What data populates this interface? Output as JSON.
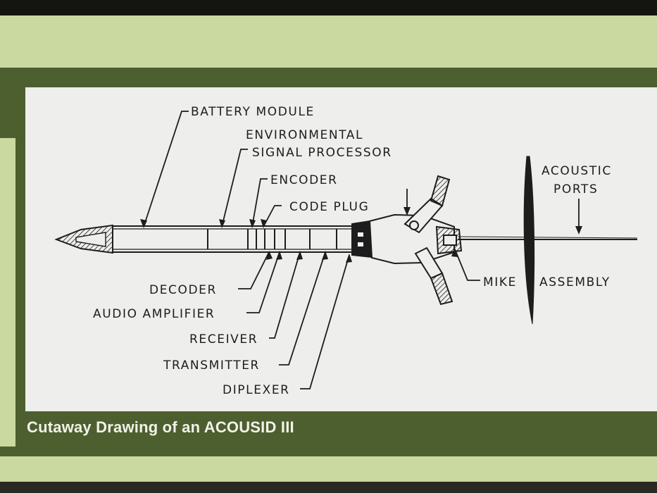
{
  "labels": {
    "battery_module": "BATTERY MODULE",
    "environmental": "ENVIRONMENTAL",
    "signal_processor": "SIGNAL PROCESSOR",
    "encoder": "ENCODER",
    "code_plug": "CODE PLUG",
    "acoustic": "ACOUSTIC",
    "ports": "PORTS",
    "decoder": "DECODER",
    "audio_amplifier": "AUDIO AMPLIFIER",
    "receiver": "RECEIVER",
    "transmitter": "TRANSMITTER",
    "diplexer": "DIPLEXER",
    "mike": "MIKE",
    "assembly": "ASSEMBLY"
  },
  "caption": "Cutaway Drawing of an ACOUSID III",
  "colors": {
    "outer_light": "#c9d9a0",
    "frame_green": "#4d5f2e",
    "card": "#eeeeec",
    "ink": "#1d1d1d"
  }
}
